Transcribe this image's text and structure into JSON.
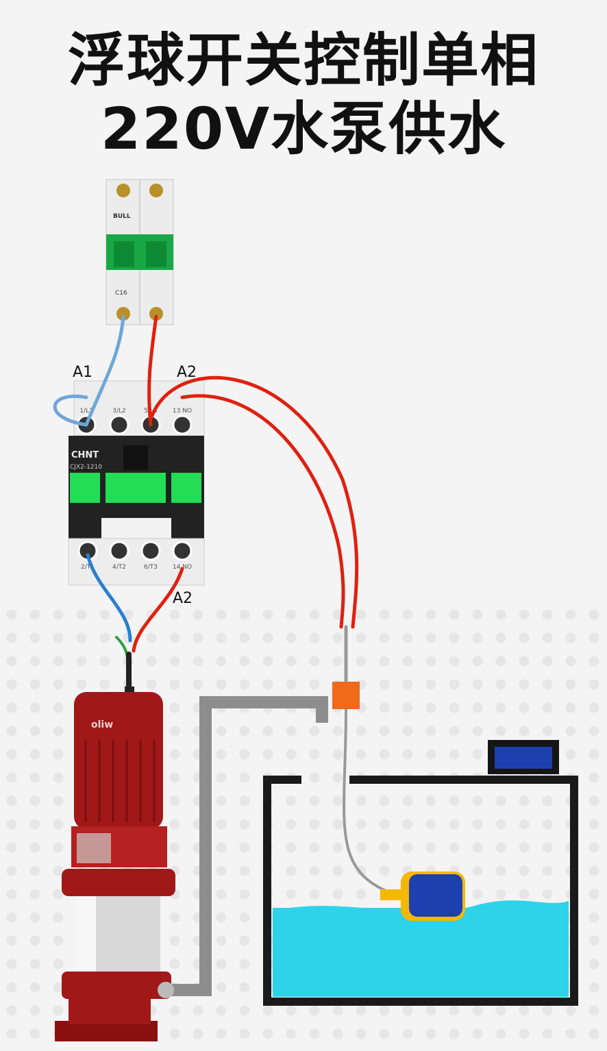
{
  "title": {
    "line1": "浮球开关控制单相",
    "line2": "220V水泵供水"
  },
  "breaker": {
    "brand": "BULL",
    "rating": "C16"
  },
  "contactor": {
    "brand": "CHNT",
    "model": "CJX2-1210",
    "coil_label_a1": "A1",
    "coil_label_a2_top": "A2",
    "coil_label_a2_bottom": "A2",
    "top_terminals": [
      "1/L1",
      "3/L2",
      "5/L3",
      "13 NO"
    ],
    "bottom_terminals": [
      "2/T1",
      "4/T2",
      "6/T3",
      "14 NO"
    ]
  },
  "pump": {
    "brand": "oliw"
  },
  "colors": {
    "live": "#e02010",
    "neutral": "#2a7fd0",
    "pump": "#a01818",
    "water": "#2ed3ea",
    "float": "#1d3fb0",
    "contactor_green": "#22dd55",
    "breaker_green": "#19a845"
  }
}
